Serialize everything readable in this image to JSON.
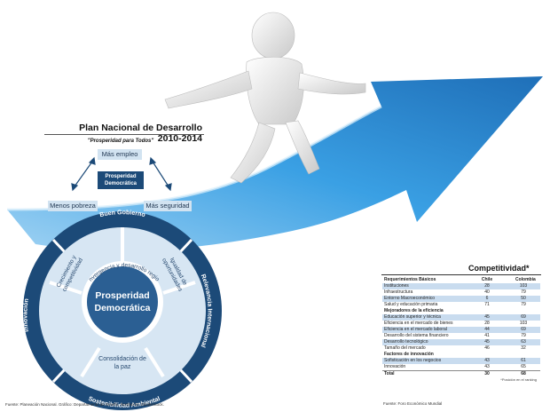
{
  "plan": {
    "title": "Plan Nacional de Desarrollo 2010-2014",
    "subtitle": "\"Prosperidad para Todos\"",
    "triangle": {
      "top": "Más empleo",
      "center_line1": "Prosperidad",
      "center_line2": "Democrática",
      "left": "Menos pobreza",
      "right": "Más seguridad"
    },
    "ring": {
      "top": "Buen Gobierno",
      "right": "Relevancia Internacional",
      "bottom": "Sostenibilidad Ambiental",
      "left": "Innovación"
    },
    "segments": {
      "s1": "Crecimiento y competitividad",
      "s2": "Convergencia y desarrollo regional",
      "s3": "Igualdad de oportunidades",
      "s4": "Consolidación de la paz"
    },
    "center": {
      "line1": "Prosperidad",
      "line2": "Democrática"
    },
    "source": "Fuente: Planeación Nacional. Gráfico: Departamento de Diseño. Ilustración: Shutterstock."
  },
  "competitividad": {
    "title": "Competitividad",
    "title_mark": "*",
    "col_chile": "Chile",
    "col_colombia": "Colombia",
    "sections": [
      {
        "header": "Requerimientos Básicos",
        "rows": [
          {
            "label": "Instituciones",
            "chile": "28",
            "colombia": "103"
          },
          {
            "label": "Infraestructura",
            "chile": "40",
            "colombia": "79"
          },
          {
            "label": "Entorno Macroeconómico",
            "chile": "6",
            "colombia": "50"
          },
          {
            "label": "Salud y educación primaria",
            "chile": "71",
            "colombia": "79"
          }
        ]
      },
      {
        "header": "Mejoradores de la eficiencia",
        "rows": [
          {
            "label": "Educación superior y técnica",
            "chile": "45",
            "colombia": "69"
          },
          {
            "label": "Eficiencia en el mercado de bienes",
            "chile": "28",
            "colombia": "103"
          },
          {
            "label": "Eficiencia en el mercado laboral",
            "chile": "44",
            "colombia": "69"
          },
          {
            "label": "Desarrollo del sistema financiero",
            "chile": "41",
            "colombia": "79"
          },
          {
            "label": "Desarrollo tecnológico",
            "chile": "45",
            "colombia": "63"
          },
          {
            "label": "Tamaño del mercado",
            "chile": "46",
            "colombia": "32"
          }
        ]
      },
      {
        "header": "Factores de innovación",
        "rows": [
          {
            "label": "Sofisticación en los negocios",
            "chile": "43",
            "colombia": "61"
          },
          {
            "label": "Innovación",
            "chile": "43",
            "colombia": "65"
          }
        ]
      }
    ],
    "total": {
      "label": "Total",
      "chile": "30",
      "colombia": "68"
    },
    "note": "*Posición en el ranking",
    "source": "Fuente: Foro Económico Mundial"
  },
  "colors": {
    "dark_blue": "#1c4a78",
    "mid_blue": "#2b5f93",
    "light_blue": "#d2e3f1",
    "arrow_blue": "#2a8fd6",
    "table_shade": "#c9dcef"
  }
}
